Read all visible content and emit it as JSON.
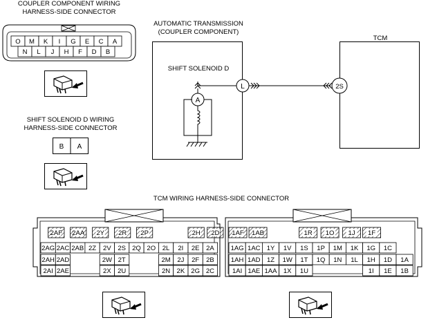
{
  "coupler": {
    "title_line1": "COUPLER COMPONENT WIRING",
    "title_line2": "HARNESS-SIDE CONNECTOR",
    "row1": [
      "O",
      "M",
      "K",
      "I",
      "G",
      "E",
      "C",
      "A"
    ],
    "row2": [
      "N",
      "L",
      "J",
      "H",
      "F",
      "D",
      "B"
    ]
  },
  "shift_connector": {
    "title_line1": "SHIFT SOLENOID D WIRING",
    "title_line2": "HARNESS-SIDE CONNECTOR",
    "pins": [
      "B",
      "A"
    ]
  },
  "schematic": {
    "at_title_line1": "AUTOMATIC TRANSMISSION",
    "at_title_line2": "(COUPLER COMPONENT)",
    "solenoid_label": "SHIFT SOLENOID D",
    "tcm_label": "TCM",
    "pin_a": "A",
    "pin_l": "L",
    "pin_2s": "2S"
  },
  "tcm_connector": {
    "title": "TCM WIRING HARNESS-SIDE CONNECTOR",
    "left": {
      "top_hatched": [
        "2AF",
        "2AA",
        "2Y",
        "2R",
        "2P",
        "2H",
        "2D"
      ],
      "row1": [
        "2AG",
        "2AC",
        "2AB",
        "2Z",
        "2V",
        "2S",
        "2Q",
        "2O",
        "2L",
        "2I",
        "2E",
        "2A"
      ],
      "row2": [
        "2AH",
        "2AD",
        "2W",
        "2T",
        "2M",
        "2J",
        "2F",
        "2B"
      ],
      "row3": [
        "2AI",
        "2AE",
        "2X",
        "2U",
        "2N",
        "2K",
        "2G",
        "2C"
      ]
    },
    "right": {
      "top_hatched": [
        "1AF",
        "1AB",
        "1R",
        "1O",
        "1J",
        "1F"
      ],
      "row1": [
        "1AG",
        "1AC",
        "1Y",
        "1V",
        "1S",
        "1P",
        "1M",
        "1K",
        "1G",
        "1C"
      ],
      "row2": [
        "1AH",
        "1AD",
        "1Z",
        "1W",
        "1T",
        "1Q",
        "1N",
        "1L",
        "1H",
        "1D",
        "1A"
      ],
      "row3": [
        "1AI",
        "1AE",
        "1AA",
        "1X",
        "1U",
        "1I",
        "1E",
        "1B"
      ]
    }
  }
}
